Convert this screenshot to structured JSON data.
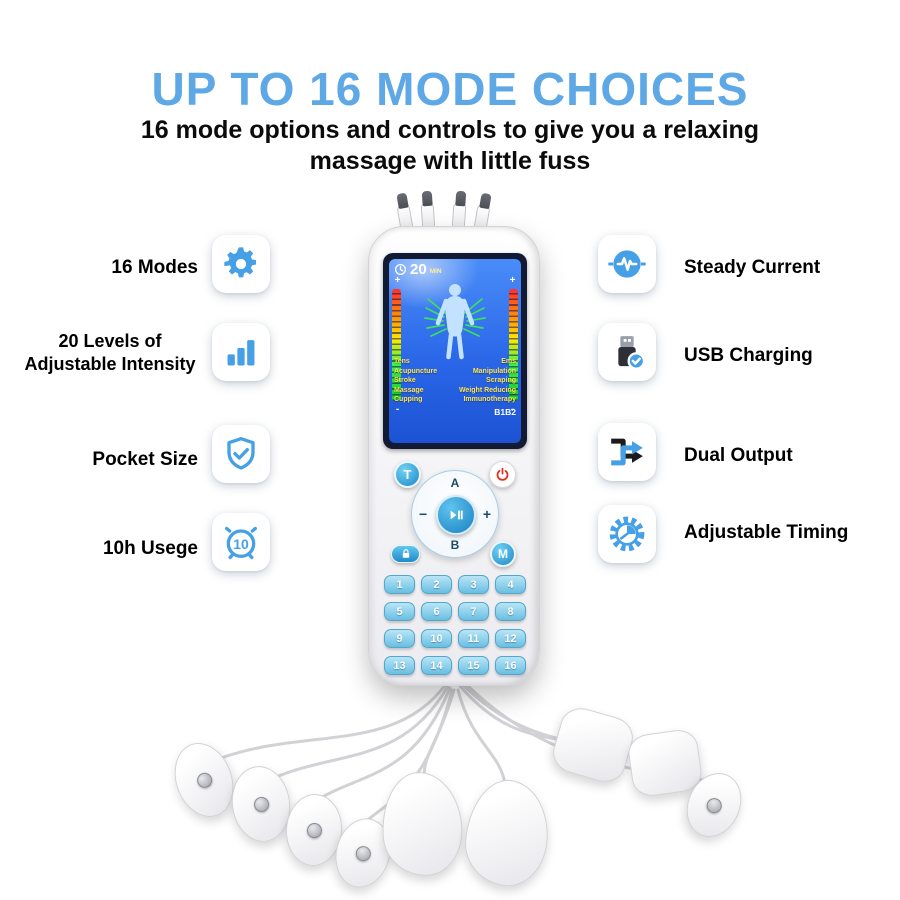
{
  "header": {
    "title": "UP TO 16 MODE CHOICES",
    "subtitle_line1": "16 mode options and controls to give you a relaxing",
    "subtitle_line2": "massage with little fuss"
  },
  "features_left": [
    {
      "label": "16 Modes",
      "icon": "gear-icon"
    },
    {
      "label_line1": "20 Levels of",
      "label_line2": "Adjustable Intensity",
      "icon": "intensity-bars-icon"
    },
    {
      "label": "Pocket Size",
      "icon": "shield-check-icon"
    },
    {
      "label": "10h Usege",
      "icon": "alarm-clock-icon",
      "icon_text": "10"
    }
  ],
  "features_right": [
    {
      "label": "Steady Current",
      "icon": "steady-current-icon"
    },
    {
      "label": "USB Charging",
      "icon": "usb-icon"
    },
    {
      "label": "Dual Output",
      "icon": "dual-output-icon"
    },
    {
      "label": "Adjustable Timing",
      "icon": "adjustable-timing-icon"
    }
  ],
  "device": {
    "screen": {
      "timer_value": "20",
      "timer_unit": "MIN",
      "bar_plus": "+",
      "bar_minus": "-",
      "modes_left": [
        "Tens",
        "Acupuncture",
        "Stroke",
        "Massage",
        "Cupping"
      ],
      "modes_right": [
        "Ems",
        "Manipulation",
        "Scraping",
        "Weight Reducing",
        "Immunotherapy"
      ],
      "channel_indicator": "B1B2"
    },
    "buttons": {
      "timer_button": "T",
      "channel_a": "A",
      "channel_b": "B",
      "mode_button": "M",
      "decrease": "−",
      "increase": "+",
      "numbers": [
        "1",
        "2",
        "3",
        "4",
        "5",
        "6",
        "7",
        "8",
        "9",
        "10",
        "11",
        "12",
        "13",
        "14",
        "15",
        "16"
      ]
    }
  },
  "colors": {
    "title_blue": "#5fa8e6",
    "icon_blue": "#46a0e6",
    "screen_blue": "#2a67e8",
    "button_blue": "#49b6e4",
    "power_red": "#e03022",
    "mode_text_yellow": "#ffe34d"
  }
}
